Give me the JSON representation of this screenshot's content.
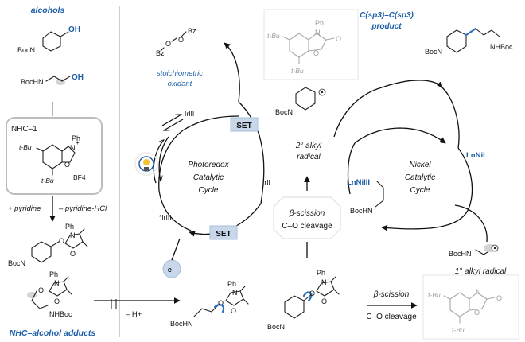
{
  "left_panel": {
    "title": "alcohols",
    "alcohol_1": {
      "oh": "OH",
      "boc_n": "BocN"
    },
    "alcohol_2": {
      "bochn": "BocHN",
      "oh": "OH"
    },
    "nhc_box": {
      "title": "NHC–1",
      "tbu_top": "t-Bu",
      "tbu_bottom": "t-Bu",
      "ph": "Ph",
      "n": "N",
      "o": "O",
      "plus": "+",
      "bf4": "BF4"
    },
    "base_left": "+ pyridine",
    "base_right": "– pyridine-HCl",
    "adduct_1": {
      "boc_n": "BocN",
      "o": "O",
      "ph": "Ph",
      "n": "N",
      "o2": "O"
    },
    "adduct_2": {
      "o": "O",
      "ph": "Ph",
      "n": "N",
      "o2": "O",
      "nhboc": "NHBoc"
    },
    "caption": "NHC–alcohol adducts",
    "minus_h": "– H+"
  },
  "photoredox": {
    "oxidant_bz1": "Bz",
    "oxidant_bz2": "Bz",
    "oxidant_o1": "O",
    "oxidant_o2": "O",
    "oxidant_label_1": "stoichiometric",
    "oxidant_label_2": "oxidant",
    "ir_iii": "IrIII",
    "ir_ii": "IrII",
    "ir_iii_excited": "*IrIII",
    "set_top": "SET",
    "set_bottom": "SET",
    "electron": "e–",
    "cycle_1": "Photoredox",
    "cycle_2": "Catalytic",
    "cycle_3": "Cycle"
  },
  "middle": {
    "byproduct_top": {
      "tbu_1": "t-Bu",
      "tbu_2": "t-Bu",
      "ph": "Ph",
      "n": "N",
      "o": "O",
      "eq_o": "O"
    },
    "radical_2": {
      "boc_n": "BocN",
      "label_1": "2° alkyl",
      "label_2": "radical"
    },
    "scission": {
      "line_1": "β-scission",
      "line_2": "C–O cleavage"
    },
    "adduct_3": {
      "ph": "Ph",
      "n": "N",
      "o": "O",
      "o2": "O",
      "bochn": "BocHN"
    },
    "adduct_4": {
      "ph": "Ph",
      "n": "N",
      "o": "O",
      "o2": "O",
      "boc_n": "BocN"
    }
  },
  "nickel": {
    "product_label_1": "C(sp3)–C(sp3)",
    "product_label_2": "product",
    "product": {
      "boc_n": "BocN",
      "nhboc": "NHBoc"
    },
    "lnni_i": "LnNiI",
    "lnni_iii": "LnNiIII",
    "bochn": "BocHN",
    "cycle_1": "Nickel",
    "cycle_2": "Catalytic",
    "cycle_3": "Cycle",
    "radical_1": {
      "bochn": "BocHN",
      "label": "1° alkyl radical"
    },
    "bottom_scission_1": "β-scission",
    "bottom_scission_2": "C–O cleavage",
    "byproduct_bottom": {
      "tbu_1": "t-Bu",
      "tbu_2": "t-Bu",
      "n": "N",
      "o": "O",
      "eq_o": "O"
    }
  },
  "colors": {
    "blue_text": "#1d5ea8",
    "blue_bond": "#2a6fc0",
    "set_box": "#c8d8ea",
    "gray": "#9a9a9a"
  }
}
